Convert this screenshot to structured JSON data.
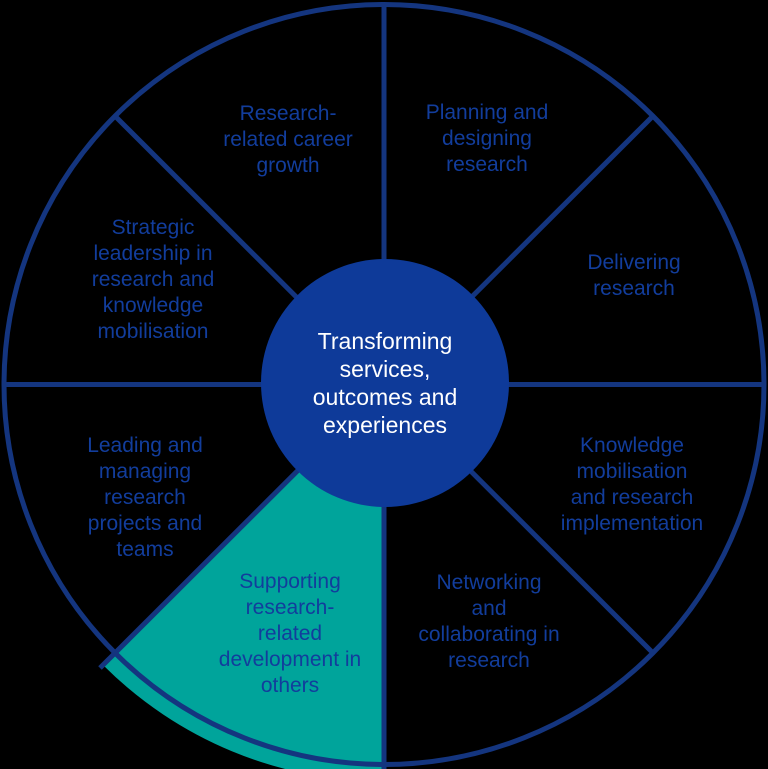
{
  "diagram": {
    "type": "wheel",
    "center": {
      "label": "Transforming\nservices,\noutcomes and\nexperiences"
    },
    "segments": [
      {
        "label": "Planning and\ndesigning\nresearch",
        "highlighted": false
      },
      {
        "label": "Delivering\nresearch",
        "highlighted": false
      },
      {
        "label": "Knowledge\nmobilisation\nand research\nimplementation",
        "highlighted": false
      },
      {
        "label": "Networking\nand\ncollaborating in\nresearch",
        "highlighted": false
      },
      {
        "label": "Supporting\nresearch-\nrelated\ndevelopment in\nothers",
        "highlighted": true
      },
      {
        "label": "Leading and\nmanaging\nresearch\nprojects and\nteams",
        "highlighted": false
      },
      {
        "label": "Strategic\nleadership in\nresearch and\nknowledge\nmobilisation",
        "highlighted": false
      },
      {
        "label": "Research-\nrelated career\ngrowth",
        "highlighted": false
      }
    ],
    "colors": {
      "background": "#000000",
      "navy_line": "#14357F",
      "center_fill": "#0E3A99",
      "label_text": "#123D9C",
      "center_text": "#FFFFFF",
      "highlight_teal": "#00A49B"
    }
  }
}
